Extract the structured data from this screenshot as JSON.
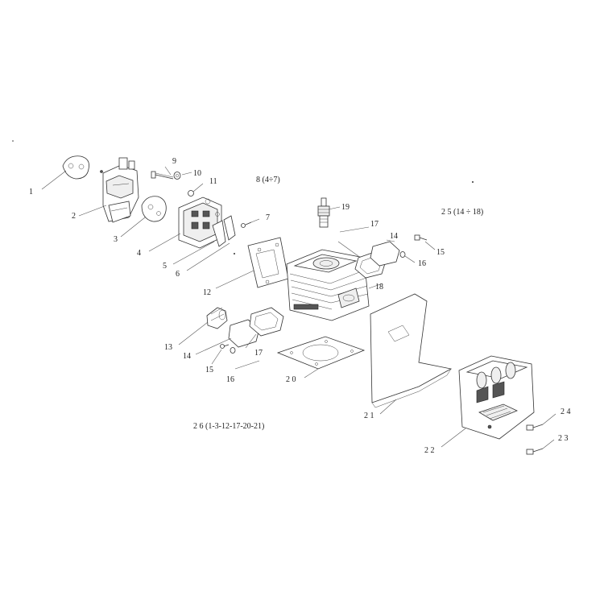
{
  "diagram": {
    "labels": {
      "p1": "1",
      "p2": "2",
      "p3": "3",
      "p4": "4",
      "p5": "5",
      "p6": "6",
      "p7": "7",
      "p8": "8 (4÷7)",
      "p9": "9",
      "p10": "10",
      "p11": "11",
      "p12": "12",
      "p13": "13",
      "p14a": "14",
      "p14b": "14",
      "p15a": "15",
      "p15b": "15",
      "p16a": "16",
      "p16b": "16",
      "p17a": "17",
      "p17b": "17",
      "p18": "18",
      "p19": "19",
      "p20": "2 0",
      "p21": "2 1",
      "p22": "2 2",
      "p23": "2 3",
      "p24": "2 4",
      "p25": "2 5  (14 ÷ 18)",
      "p26": "2 6 (1-3-12-17-20-21)"
    }
  }
}
